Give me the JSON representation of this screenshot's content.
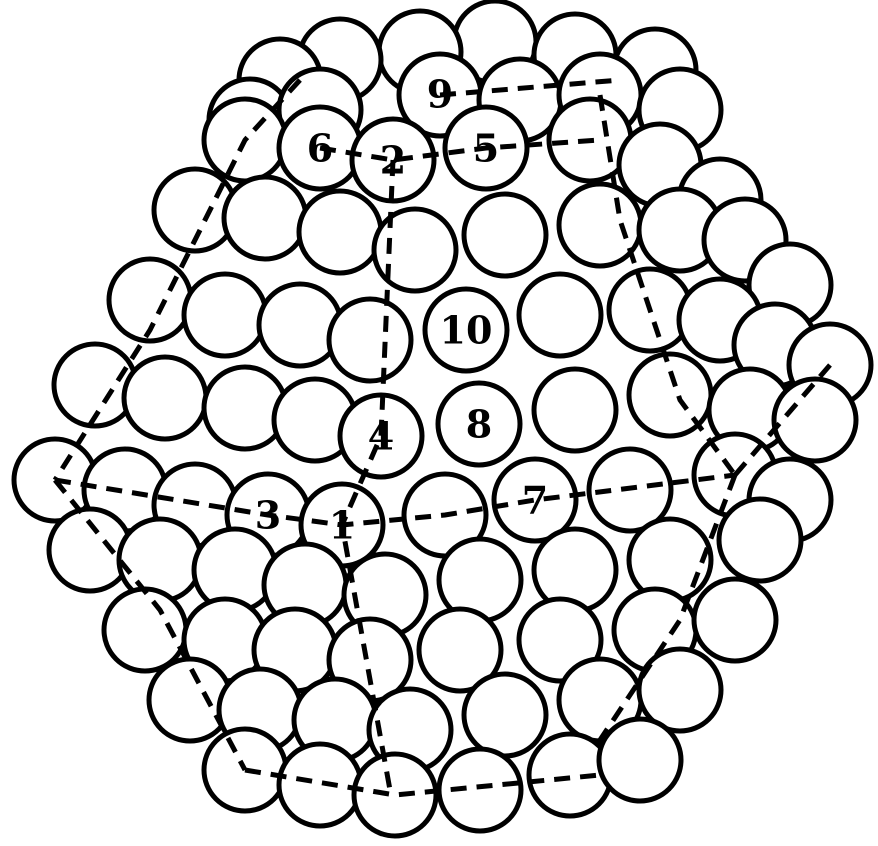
{
  "figure": {
    "labels": [
      {
        "id": "1",
        "text": "1"
      },
      {
        "id": "2",
        "text": "2"
      },
      {
        "id": "3",
        "text": "3"
      },
      {
        "id": "4",
        "text": "4"
      },
      {
        "id": "5",
        "text": "5"
      },
      {
        "id": "6",
        "text": "6"
      },
      {
        "id": "7",
        "text": "7"
      },
      {
        "id": "8",
        "text": "8"
      },
      {
        "id": "9",
        "text": "9"
      },
      {
        "id": "10",
        "text": "10"
      }
    ],
    "colors": {
      "stroke": "#000000",
      "fill": "#ffffff",
      "background": "#ffffff"
    }
  }
}
